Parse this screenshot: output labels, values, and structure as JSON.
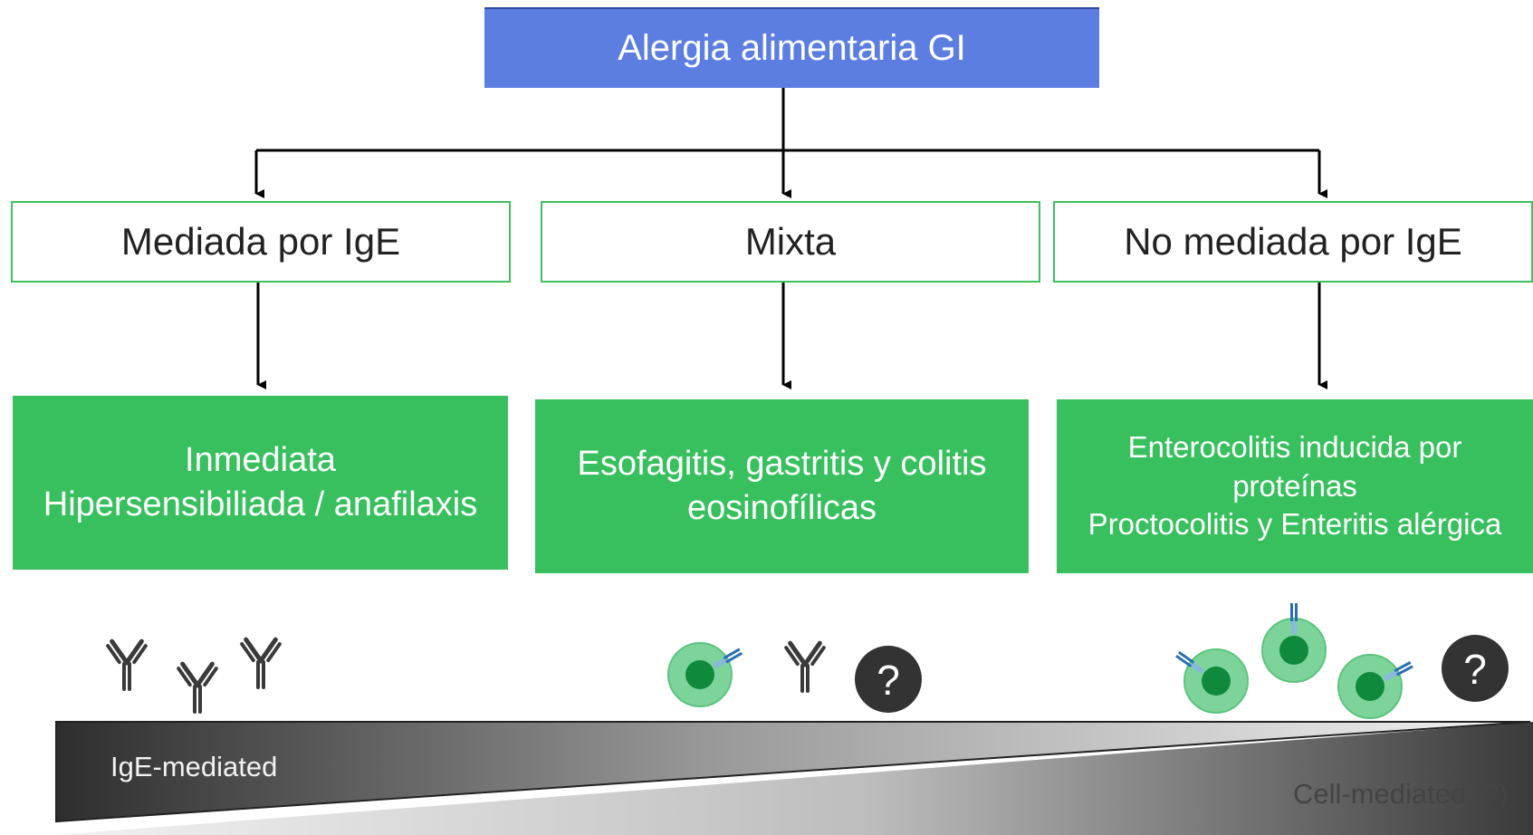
{
  "root": {
    "label": "Alergia alimentaria GI"
  },
  "categories": [
    {
      "label": "Mediada por IgE"
    },
    {
      "label": "Mixta"
    },
    {
      "label": "No mediada por IgE"
    }
  ],
  "details": [
    {
      "lines": [
        "Inmediata",
        "Hipersensibiliada / anafilaxis"
      ]
    },
    {
      "lines": [
        "Esofagitis, gastritis y colitis",
        "eosinofílicas"
      ]
    },
    {
      "lines": [
        "Enterocolitis inducida por",
        "proteínas",
        "Proctocolitis y Enteritis alérgica"
      ]
    }
  ],
  "spectrum": {
    "left_label": "IgE-mediated",
    "right_label": "Cell-mediated (?)",
    "unknown_symbol": "?"
  },
  "colors": {
    "root_blue": "#5b7ee0",
    "box_green": "#38c05e",
    "border_green": "#3dbf62",
    "cell_green": "#34b85a",
    "antibody_blue": "#2a6fb0"
  },
  "icons": [
    "antibody-icon",
    "cell-icon",
    "question-icon",
    "arrow-down-icon"
  ]
}
